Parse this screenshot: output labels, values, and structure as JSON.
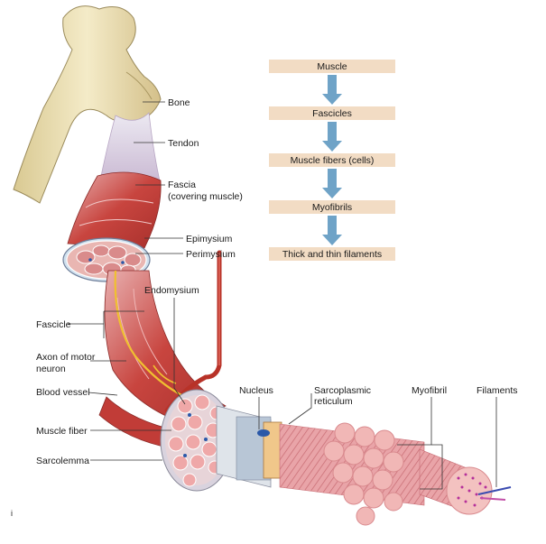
{
  "flowchart": {
    "levels": [
      "Muscle",
      "Fascicles",
      "Muscle fibers (cells)",
      "Myofibrils",
      "Thick and thin filaments"
    ],
    "box_color": "#f2dcc4",
    "arrow_color": "#6fa3c7"
  },
  "labels": {
    "bone": "Bone",
    "tendon": "Tendon",
    "fascia_line1": "Fascia",
    "fascia_line2": "(covering muscle)",
    "epimysium": "Epimysium",
    "perimysium": "Perimysium",
    "endomysium": "Endomysium",
    "fascicle": "Fascicle",
    "axon_line1": "Axon of motor",
    "axon_line2": "neuron",
    "blood_vessel": "Blood vessel",
    "muscle_fiber": "Muscle fiber",
    "sarcolemma": "Sarcolemma",
    "nucleus": "Nucleus",
    "sarco_line1": "Sarcoplasmic",
    "sarco_line2": "reticulum",
    "myofibril": "Myofibril",
    "filaments": "Filaments",
    "corner_mark": "i"
  },
  "colors": {
    "bone": "#ede1b8",
    "muscle": "#c8453f",
    "fiber": "#e8a8a8",
    "nerve": "#f0c030",
    "vessel": "#b83228"
  }
}
